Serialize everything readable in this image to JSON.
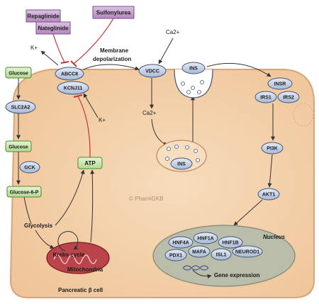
{
  "drugs": {
    "repaglinide": "Repaglinide",
    "nateglinide": "Nateglinide",
    "sulfonylurea": "Sulfonylurea"
  },
  "ions": {
    "k_plus_top": "K+",
    "k_plus_right": "K+",
    "ca_top": "Ca2+",
    "ca_mid": "Ca2+"
  },
  "membrane_text": [
    "Membrane",
    "depolarization"
  ],
  "channel": {
    "abcc8": "ABCC8",
    "kcnj11": "KCNJ11",
    "vdcc": "VDCC"
  },
  "glycolysis_path": {
    "glucose_outside": "Glucose",
    "transporter": "SLC2A2",
    "glucose_inside": "Glucose",
    "gck": "GCK",
    "glucose6p": "Glucose-6-P",
    "glycolysis": "Glycolysis",
    "atp": "ATP"
  },
  "mito": {
    "krebs": "Krebs cycle",
    "mitochondria": "Mitochondria"
  },
  "vesicle": {
    "ins_inner": "INS",
    "ins_secreted": "INS"
  },
  "receptor": {
    "insr": "INSR",
    "irs1": "IRS1",
    "irs2": "IRS2",
    "pi3k": "PI3K",
    "akt1": "AKT1"
  },
  "nucleus": {
    "title": "Nucleus",
    "factors": [
      "HNF4A",
      "HNF1A",
      "HNF1B",
      "PDX1",
      "MAFA",
      "ISL1",
      "NEUROD1"
    ],
    "gene_expression": "Gene expression"
  },
  "watermark": "© PharmGKB",
  "cell_label": "Pancreatic β cell",
  "colors": {
    "cell_fill": "#f6d3ae",
    "cell_stroke": "#d7a57c",
    "drug_fill": "#c89fd1",
    "drug_stroke": "#7b4f86",
    "green_fill": "#cfe9b8",
    "green_stroke": "#4d8a37",
    "protein_fill": "#c8d3e7",
    "protein_stroke": "#3f567c",
    "nucleus_fill": "#b9bda9",
    "inhibit": "#c4363b"
  }
}
